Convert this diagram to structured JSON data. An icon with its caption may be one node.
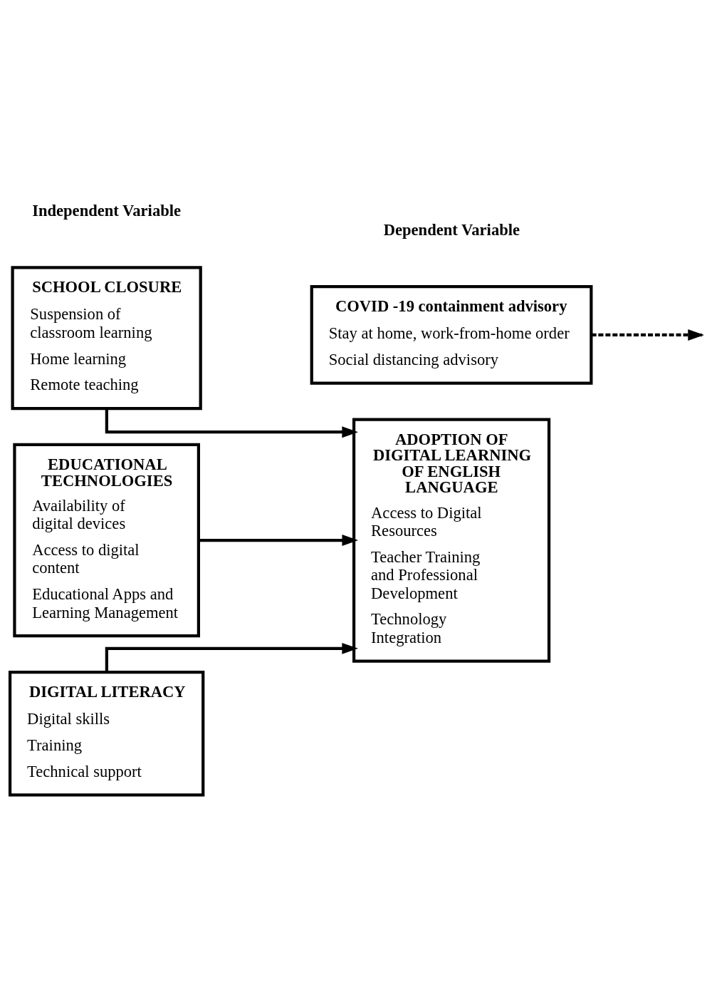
{
  "diagram": {
    "nodes": [
      {
        "text": [
          "SCHOOL CLOSURE",
          "Suspension of classroom learning",
          "Home learning",
          "Remote teaching"
        ]
      },
      {
        "text": [
          "EDUCATIONAL TECHNOLOGIES",
          "Availability of digital devices",
          "Access to digital content",
          "Educational Apps and Learning Management"
        ]
      },
      {
        "text": [
          "DIGITAL LITERACY",
          "Digital skills",
          "Training",
          "Technical support"
        ]
      },
      {
        "text": [
          "ADOPTION OF DIGITAL LEARNING OF ENGLISH LANGUAGE",
          "Access to Digital Resources",
          "Teacher Training and Professional Development",
          "Technology Integration"
        ]
      },
      {
        "text": [
          "COVID -19 containment advisory",
          "Stay at home, work-from-home order",
          "Social distancing advisory"
        ]
      }
    ],
    "edges": [
      {
        "from": 0,
        "to": 3,
        "arrow": "to"
      },
      {
        "from": 1,
        "to": 3,
        "arrow": "to"
      },
      {
        "from": 2,
        "to": 3,
        "arrow": "to"
      },
      {
        "from": 4,
        "to": null,
        "arrow": "to",
        "style": "dashed"
      }
    ],
    "labels": [
      "Independent Variable",
      "Dependent Variable"
    ]
  }
}
